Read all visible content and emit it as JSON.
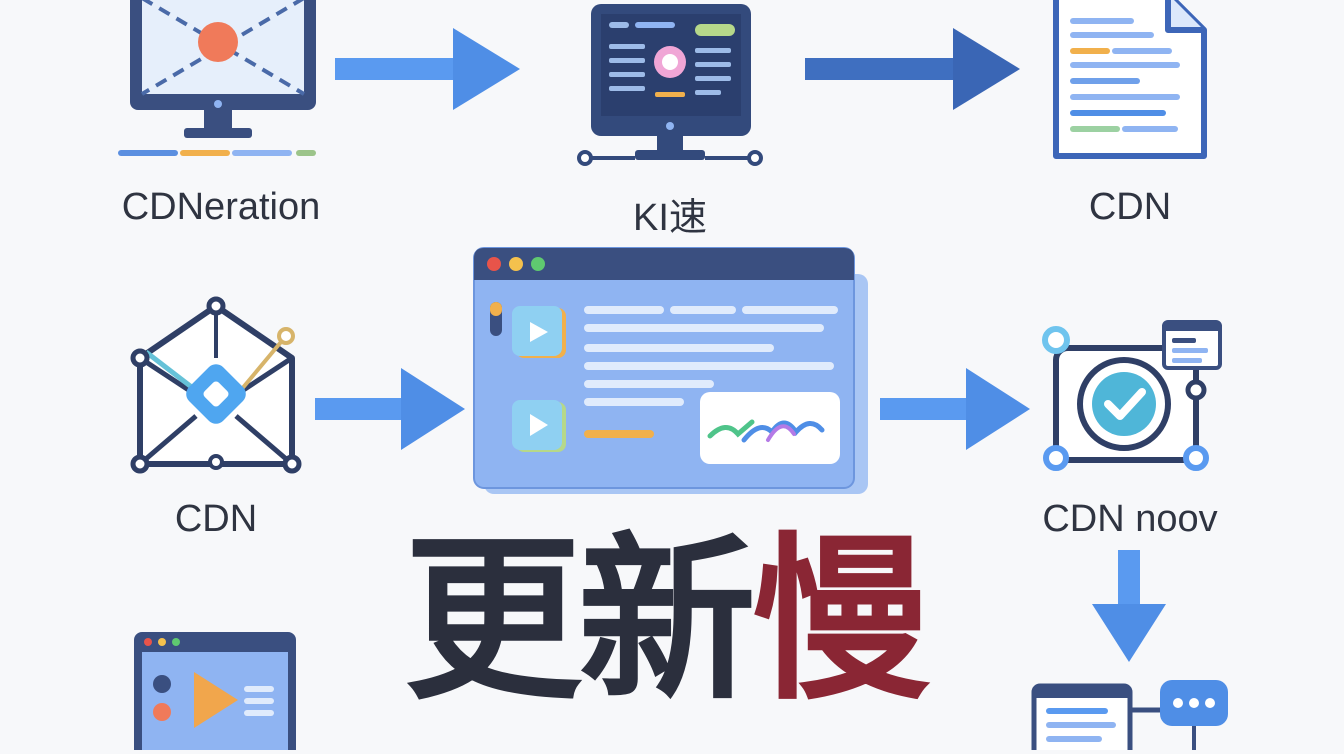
{
  "nodes": {
    "top_left": {
      "label": "CDNeration"
    },
    "top_center": {
      "label": "KI速"
    },
    "top_right": {
      "label": "CDN"
    },
    "middle_left": {
      "label": "CDN"
    },
    "middle_right": {
      "label": "CDN noov"
    }
  },
  "headline": {
    "part1": "更新",
    "part2": "慢",
    "color_part1": "#2b2f3d",
    "color_part2": "#8a2634"
  },
  "colors": {
    "arrow": "#4f8ee6",
    "monitor_dark": "#334a7c",
    "window_blue": "#8fb4f2"
  }
}
